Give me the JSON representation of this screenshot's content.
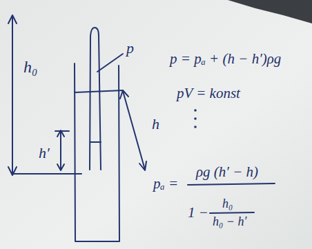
{
  "diagram": {
    "labels": [
      "h₀",
      "h′",
      "p",
      "h",
      "p = pₐ + (h − h′)ρg",
      "pV = konst",
      "pₐ =",
      "ρg (h′ − h)",
      "1 −",
      "h₀",
      "h₀ − h′"
    ]
  }
}
